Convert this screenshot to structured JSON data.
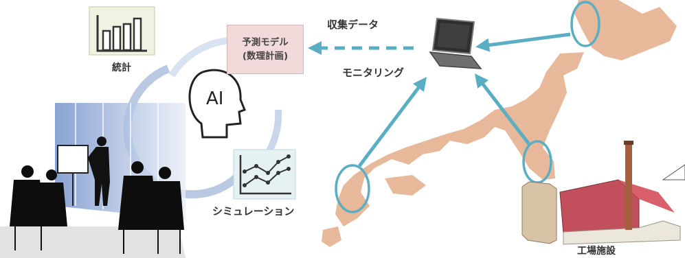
{
  "labels": {
    "stats": "統計",
    "prediction_line1": "予測モデル",
    "prediction_line2": "(数理計画)",
    "collected": "収集データ",
    "monitoring": "モニタリング",
    "simulation": "シミュレーション",
    "ai": "AI",
    "factory": "工場施設"
  },
  "colors": {
    "arrow": "#5aaec4",
    "map": "#e8b89a",
    "prediction_box": "#f3dada",
    "ring": "#c9d6ea"
  },
  "icons": [
    "bar-chart-icon",
    "ai-head-icon",
    "line-chart-icon",
    "laptop-icon",
    "factory-icon",
    "meeting-silhouette"
  ]
}
